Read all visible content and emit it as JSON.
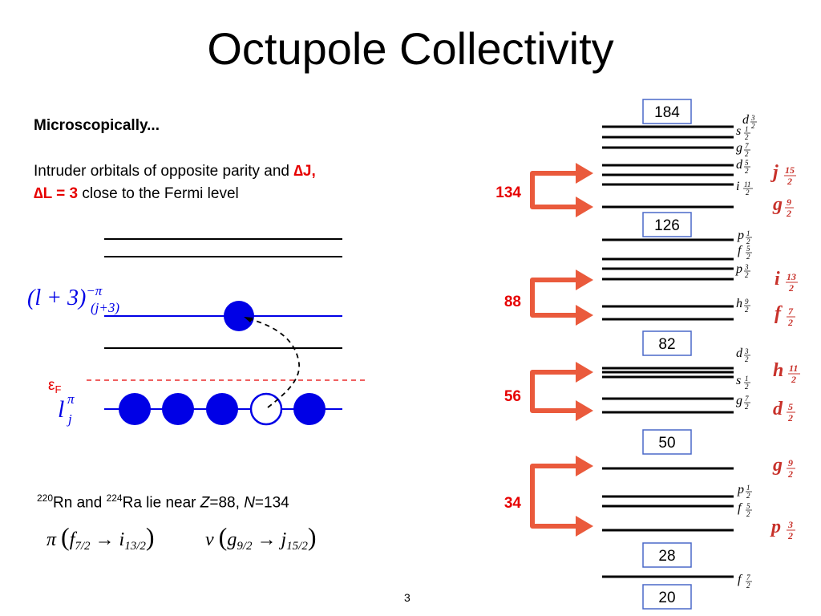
{
  "title": "Octupole Collectivity",
  "microscopic": "Microscopically...",
  "intruder": {
    "pre": "Intruder orbitals of opposite parity and ",
    "highlight": "∆J, ∆L = 3",
    "post": " close to the Fermi level"
  },
  "left_diagram": {
    "upper_label_main": "(l + 3)",
    "upper_label_sup": "−π",
    "upper_label_sub": "(j+3)",
    "fermi_symbol": "ε",
    "fermi_sub": "F",
    "lower_label_main": "l",
    "lower_label_sup": "π",
    "lower_label_sub": "j",
    "occupied_upper": [
      true
    ],
    "occupied_lower": [
      true,
      true,
      true,
      false,
      true
    ]
  },
  "nuclei": {
    "mass1": "220",
    "el1": "Rn and ",
    "mass2": "224",
    "el2": "Ra lie near ",
    "z_sym": "Z",
    "z_val": "=88, ",
    "n_sym": "N",
    "n_val": "=134"
  },
  "formula": {
    "pi": "π",
    "pi_from": "f",
    "pi_from_sub": "7/2",
    "pi_to": "i",
    "pi_to_sub": "13/2",
    "nu": "ν",
    "nu_from": "g",
    "nu_from_sub": "9/2",
    "nu_to": "j",
    "nu_to_sub": "15/2",
    "arrow": "→"
  },
  "magic_numbers": [
    "184",
    "126",
    "82",
    "50",
    "28",
    "20"
  ],
  "octupole_pairs": [
    {
      "N": "134",
      "upper": "j",
      "upper_frac": [
        "15",
        "2"
      ],
      "lower": "g",
      "lower_frac": [
        "9",
        "2"
      ]
    },
    {
      "N": "88",
      "upper": "i",
      "upper_frac": [
        "13",
        "2"
      ],
      "lower": "f",
      "lower_frac": [
        "7",
        "2"
      ]
    },
    {
      "N": "56",
      "upper": "h",
      "upper_frac": [
        "11",
        "2"
      ],
      "lower": "d",
      "lower_frac": [
        "5",
        "2"
      ]
    },
    {
      "N": "34",
      "upper": "g",
      "upper_frac": [
        "9",
        "2"
      ],
      "lower": "p",
      "lower_frac": [
        "3",
        "2"
      ]
    }
  ],
  "orbital_labels": [
    {
      "l": "d",
      "num": "3",
      "den": "2"
    },
    {
      "l": "s",
      "num": "1",
      "den": "2"
    },
    {
      "l": "g",
      "num": "7",
      "den": "2"
    },
    {
      "l": "d",
      "num": "5",
      "den": "2"
    },
    {
      "l": "i",
      "num": "11",
      "den": "2"
    },
    {
      "l": "p",
      "num": "1",
      "den": "2"
    },
    {
      "l": "f",
      "num": "5",
      "den": "2"
    },
    {
      "l": "p",
      "num": "3",
      "den": "2"
    },
    {
      "l": "h",
      "num": "9",
      "den": "2"
    },
    {
      "l": "d",
      "num": "3",
      "den": "2"
    },
    {
      "l": "s",
      "num": "1",
      "den": "2"
    },
    {
      "l": "g",
      "num": "7",
      "den": "2"
    },
    {
      "l": "p",
      "num": "1",
      "den": "2"
    },
    {
      "l": "f",
      "num": "5",
      "den": "2"
    },
    {
      "l": "f",
      "num": "7",
      "den": "2"
    }
  ],
  "page_number": "3",
  "colors": {
    "accent": "#e60000",
    "blue": "#0000e6",
    "arrow": "#ea5a3c",
    "box": "#4a68c8"
  }
}
